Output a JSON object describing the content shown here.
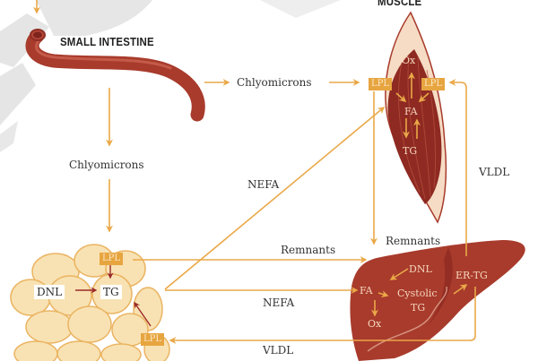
{
  "diagram": {
    "colors": {
      "arrow": "#eaa848",
      "organ": "#a83b2c",
      "muscle": "#8e2a22",
      "tendon": "#f6dcc4",
      "adipocyte_fill": "#f8e2b3",
      "adipocyte_stroke": "#eab462",
      "lpl_box": "#e7a540",
      "watermark": "#dcdcdc"
    },
    "organs": {
      "small_intestine": "SMALL INTESTINE",
      "muscle": "MUSCLE"
    },
    "flow_labels": {
      "chylomicrons_right": "Chlyomicrons",
      "chylomicrons_down": "Chlyomicrons",
      "nefa_to_muscle": "NEFA",
      "remnants_from_adipose": "Remnants",
      "remnants_from_muscle": "Remnants",
      "nefa_to_liver": "NEFA",
      "vldl_to_adipose": "VLDL",
      "vldl_to_muscle": "VLDL"
    },
    "muscle_labels": {
      "lpl_left": "LPL",
      "lpl_right": "LPL",
      "ox": "Ox",
      "fa": "FA",
      "tg": "TG"
    },
    "adipose_labels": {
      "lpl_top": "LPL",
      "lpl_bottom": "LPL",
      "dnl": "DNL",
      "tg": "TG"
    },
    "liver_labels": {
      "dnl": "DNL",
      "fa": "FA",
      "cystolic_tg": "Cystolic TG",
      "cystolic": "Cystolic",
      "tg": "TG",
      "er_tg": "ER-TG",
      "ox": "Ox"
    }
  }
}
